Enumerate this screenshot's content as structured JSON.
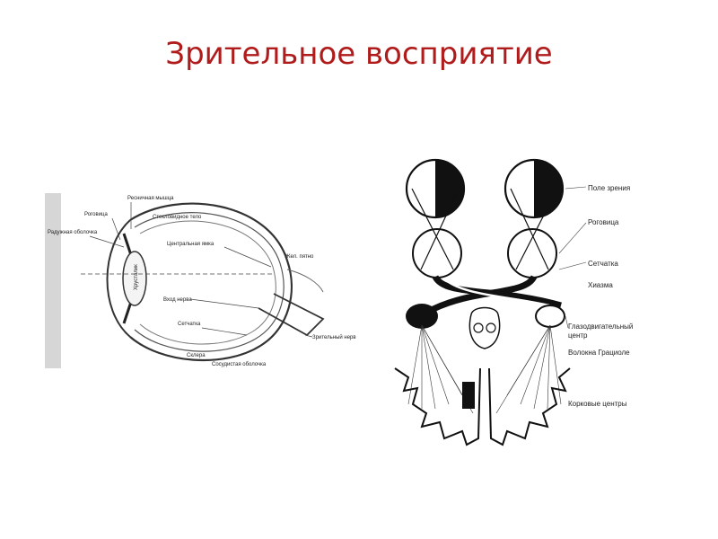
{
  "slide": {
    "title": "Зрительное восприятие"
  },
  "eye_diagram": {
    "labels": {
      "ciliary_muscle": "Ресничная мышца",
      "cornea": "Роговица",
      "iris": "Радужная оболочка",
      "vitreous": "Стекловидное тело",
      "central_pit": "Центральная ямка",
      "blind_spot": "Жел. пятно",
      "lens": "Хрусталик",
      "nerve_entry": "Вход нерва",
      "retina": "Сетчатка",
      "sclera": "Склера",
      "choroid": "Сосудистая оболочка",
      "optic_nerve": "Зрительный нерв"
    }
  },
  "visual_pathway_diagram": {
    "labels": {
      "visual_field": "Поле зрения",
      "cornea": "Роговица",
      "retina": "Сетчатка",
      "chiasm": "Хиазма",
      "oculomotor_center_line1": "Глазодвигательный",
      "oculomotor_center_line2": "центр",
      "graziole_fibers": "Волокна Грациоле",
      "cortical_centers": "Корковые центры"
    }
  }
}
